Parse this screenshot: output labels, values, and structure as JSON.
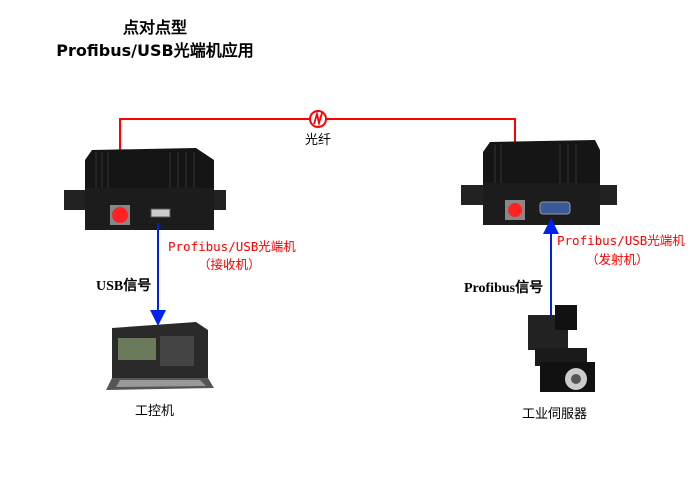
{
  "title": {
    "line1": "点对点型",
    "line2": "Profibus/USB光端机应用"
  },
  "fiber": {
    "label": "光纤",
    "color": "#ff0000"
  },
  "receiver": {
    "label": "Profibus/USB光端机",
    "role": "（接收机）"
  },
  "transmitter": {
    "label": "Profibus/USB光端机",
    "role": "（发射机）"
  },
  "signals": {
    "usb": "USB信号",
    "profibus": "Profibus信号",
    "color": "#0033cc"
  },
  "devices": {
    "pc": "工控机",
    "servo": "工业伺服器"
  }
}
